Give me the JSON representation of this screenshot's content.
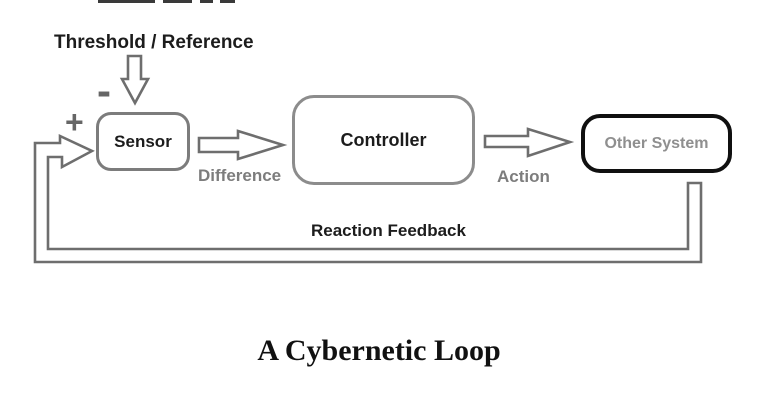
{
  "diagram": {
    "title": "A Cybernetic Loop",
    "reference_label": "Threshold / Reference",
    "minus_symbol": "-",
    "plus_symbol": "+",
    "nodes": {
      "sensor": "Sensor",
      "controller": "Controller",
      "other_system": "Other System"
    },
    "flow_labels": {
      "difference": "Difference",
      "action": "Action",
      "feedback": "Reaction Feedback"
    },
    "icons": {
      "reference_arrow": "down-arrow-icon",
      "difference_arrow": "right-arrow-icon",
      "action_arrow": "right-arrow-icon",
      "feedback_arrow": "feedback-loop-arrow-icon"
    },
    "colors": {
      "background": "#ffffff",
      "arrow_outline_gray": "#6e6e6e",
      "box_border_gray": "#7c7c7c",
      "other_system_border_black": "#101010",
      "flow_label_gray": "#7d7d7d",
      "other_system_text_gray": "#8f8f8f",
      "text_black": "#1c1c1c"
    }
  }
}
